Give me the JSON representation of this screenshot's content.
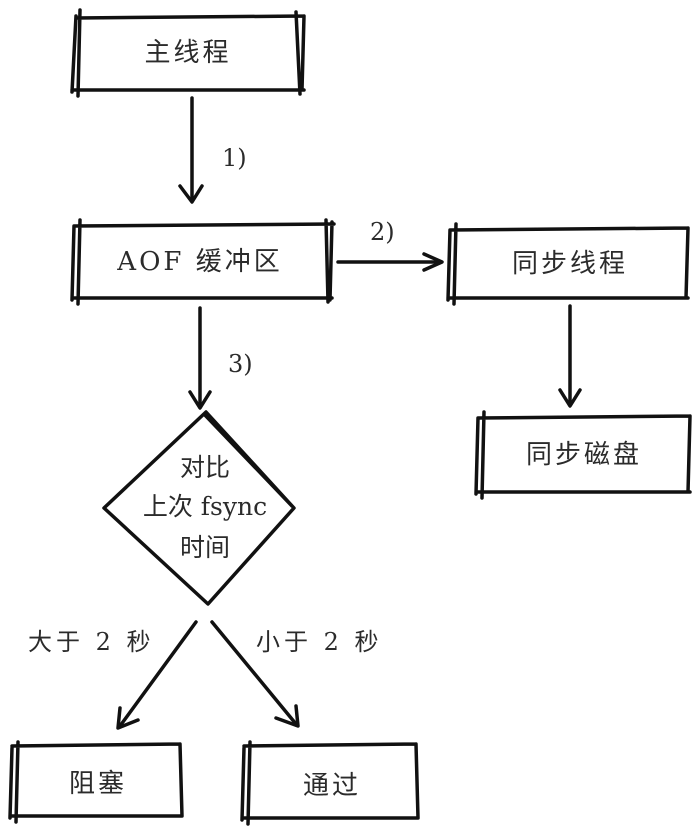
{
  "nodes": {
    "main_thread": "主线程",
    "aof_buffer": "AOF 缓冲区",
    "sync_thread": "同步线程",
    "sync_disk": "同步磁盘",
    "decision": {
      "line1": "对比",
      "line2": "上次 fsync",
      "line3": "时间"
    },
    "blocked": "阻塞",
    "pass": "通过"
  },
  "edges": {
    "step1": "1)",
    "step2": "2)",
    "step3": "3)",
    "greater": "大于 2 秒",
    "less": "小于 2 秒"
  },
  "colors": {
    "ink": "#111111",
    "text": "#2b2b2b",
    "background": "#ffffff"
  }
}
